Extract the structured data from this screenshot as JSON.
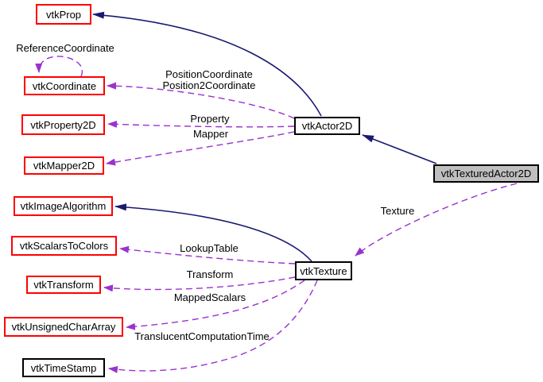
{
  "diagram": {
    "type": "class-collaboration-graph",
    "colors": {
      "background": "#ffffff",
      "inheritance": "#191970",
      "usage": "#9a32cd",
      "border_red": "#ff0000",
      "border_black": "#000000",
      "fill_node": "#ffffff",
      "fill_current": "#bfbfbf",
      "text": "#000000"
    },
    "nodes": [
      {
        "id": "vtkProp",
        "label": "vtkProp",
        "border": "red",
        "role": "linked-class"
      },
      {
        "id": "vtkCoordinate",
        "label": "vtkCoordinate",
        "border": "red",
        "role": "linked-class"
      },
      {
        "id": "vtkProperty2D",
        "label": "vtkProperty2D",
        "border": "red",
        "role": "linked-class"
      },
      {
        "id": "vtkMapper2D",
        "label": "vtkMapper2D",
        "border": "red",
        "role": "linked-class"
      },
      {
        "id": "vtkActor2D",
        "label": "vtkActor2D",
        "border": "black",
        "role": "linked-class"
      },
      {
        "id": "vtkTexturedActor2D",
        "label": "vtkTexturedActor2D",
        "border": "black",
        "role": "current-class"
      },
      {
        "id": "vtkImageAlgorithm",
        "label": "vtkImageAlgorithm",
        "border": "red",
        "role": "linked-class"
      },
      {
        "id": "vtkScalarsToColors",
        "label": "vtkScalarsToColors",
        "border": "red",
        "role": "linked-class"
      },
      {
        "id": "vtkTransform",
        "label": "vtkTransform",
        "border": "red",
        "role": "linked-class"
      },
      {
        "id": "vtkUnsignedCharArray",
        "label": "vtkUnsignedCharArray",
        "border": "red",
        "role": "linked-class"
      },
      {
        "id": "vtkTimeStamp",
        "label": "vtkTimeStamp",
        "border": "black",
        "role": "linked-class"
      },
      {
        "id": "vtkTexture",
        "label": "vtkTexture",
        "border": "black",
        "role": "linked-class"
      }
    ],
    "edges": [
      {
        "from": "vtkActor2D",
        "to": "vtkProp",
        "type": "inheritance",
        "label": ""
      },
      {
        "from": "vtkTexturedActor2D",
        "to": "vtkActor2D",
        "type": "inheritance",
        "label": ""
      },
      {
        "from": "vtkTexture",
        "to": "vtkImageAlgorithm",
        "type": "inheritance",
        "label": ""
      },
      {
        "from": "vtkCoordinate",
        "to": "vtkCoordinate",
        "type": "usage",
        "label": "ReferenceCoordinate"
      },
      {
        "from": "vtkActor2D",
        "to": "vtkCoordinate",
        "type": "usage",
        "label": "PositionCoordinate Position2Coordinate",
        "lines": [
          "PositionCoordinate",
          "Position2Coordinate"
        ]
      },
      {
        "from": "vtkActor2D",
        "to": "vtkProperty2D",
        "type": "usage",
        "label": "Property"
      },
      {
        "from": "vtkActor2D",
        "to": "vtkMapper2D",
        "type": "usage",
        "label": "Mapper"
      },
      {
        "from": "vtkTexturedActor2D",
        "to": "vtkTexture",
        "type": "usage",
        "label": "Texture"
      },
      {
        "from": "vtkTexture",
        "to": "vtkScalarsToColors",
        "type": "usage",
        "label": "LookupTable"
      },
      {
        "from": "vtkTexture",
        "to": "vtkTransform",
        "type": "usage",
        "label": "Transform"
      },
      {
        "from": "vtkTexture",
        "to": "vtkUnsignedCharArray",
        "type": "usage",
        "label": "MappedScalars"
      },
      {
        "from": "vtkTexture",
        "to": "vtkTimeStamp",
        "type": "usage",
        "label": "TranslucentComputationTime"
      }
    ]
  }
}
